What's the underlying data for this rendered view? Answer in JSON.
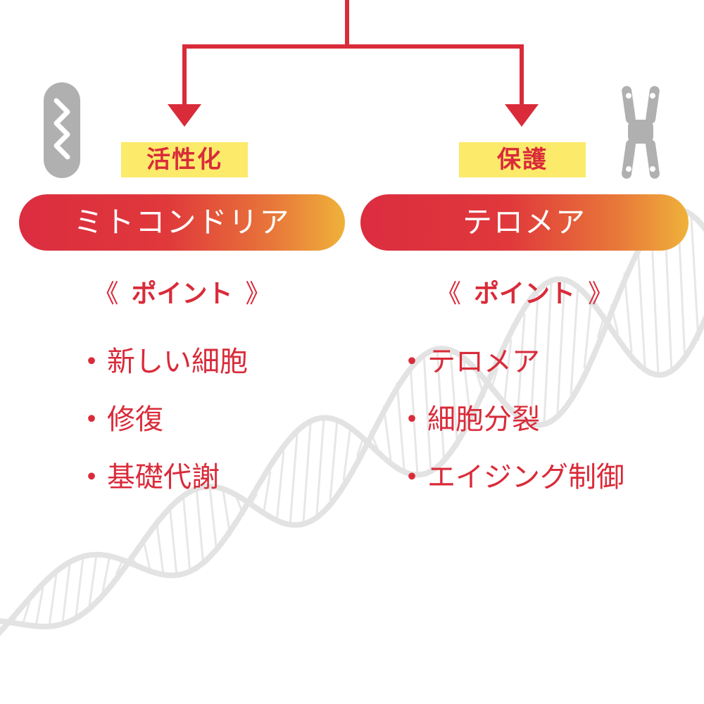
{
  "diagram": {
    "colors": {
      "accent": "#d92b3a",
      "tag_background": "#fcea6a",
      "pill_gradient_start": "#db2d40",
      "pill_gradient_end": "#efb23a",
      "icon_gray": "#b0b0b0",
      "dna_gray": "#e6e6e6"
    },
    "left": {
      "icon": "mitochondria-icon",
      "tag": "活性化",
      "title": "ミトコンドリア",
      "point": {
        "open": "《",
        "label": "ポイント",
        "close": "》"
      },
      "items": [
        "新しい細胞",
        "修復",
        "基礎代謝"
      ]
    },
    "right": {
      "icon": "chromosome-icon",
      "tag": "保護",
      "title": "テロメア",
      "point": {
        "open": "《",
        "label": "ポイント",
        "close": "》"
      },
      "items": [
        "テロメア",
        "細胞分裂",
        "エイジング制御"
      ]
    },
    "bullet": "・"
  }
}
